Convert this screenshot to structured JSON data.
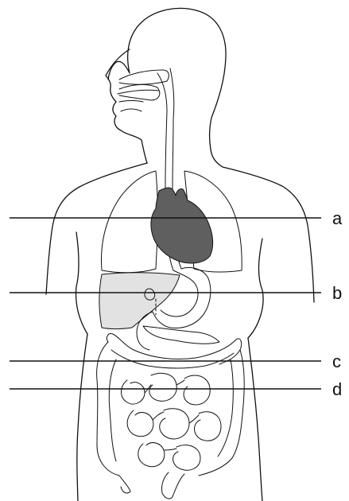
{
  "diagram": {
    "labels": [
      "a",
      "b",
      "c",
      "d"
    ],
    "colors": {
      "line": "#111111",
      "heart": "#5f5f5f",
      "liver": "#e2e2e2",
      "background": "#ffffff"
    }
  }
}
